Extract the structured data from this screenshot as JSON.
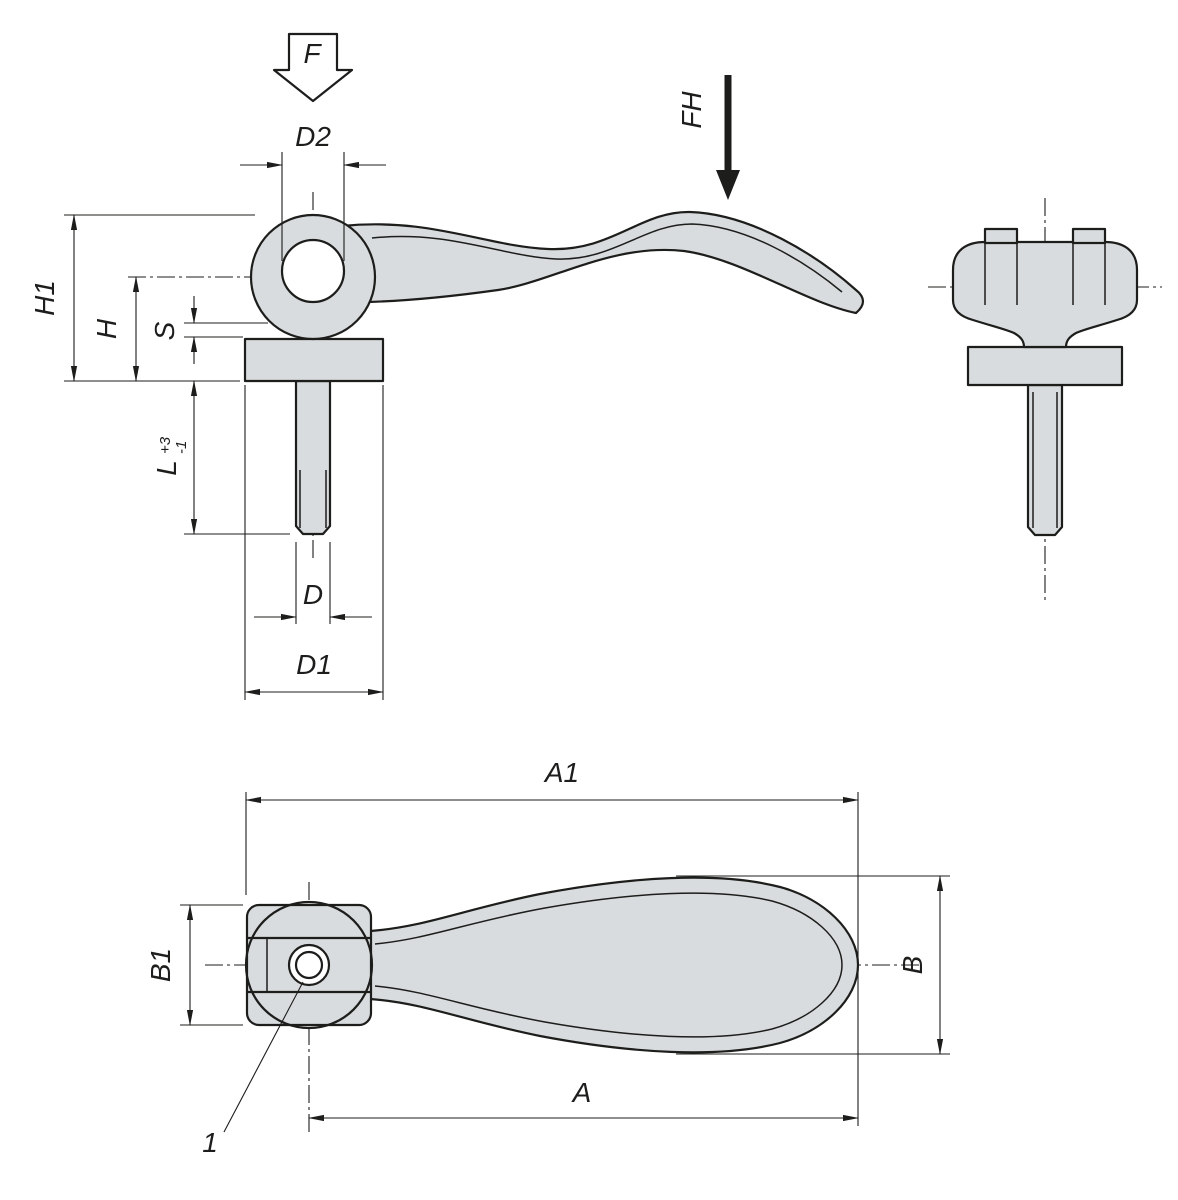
{
  "labels": {
    "force": "F",
    "hand_force": "FH",
    "d2": "D2",
    "h1": "H1",
    "h": "H",
    "s": "S",
    "l": "L",
    "l_tol_upper": "+3",
    "l_tol_lower": "-1",
    "d": "D",
    "d1": "D1",
    "a1": "A1",
    "b1": "B1",
    "b": "B",
    "a": "A",
    "item_1": "1"
  },
  "colors": {
    "line": "#1d1d1b",
    "part_fill": "#d8dcde",
    "background": "#ffffff"
  }
}
